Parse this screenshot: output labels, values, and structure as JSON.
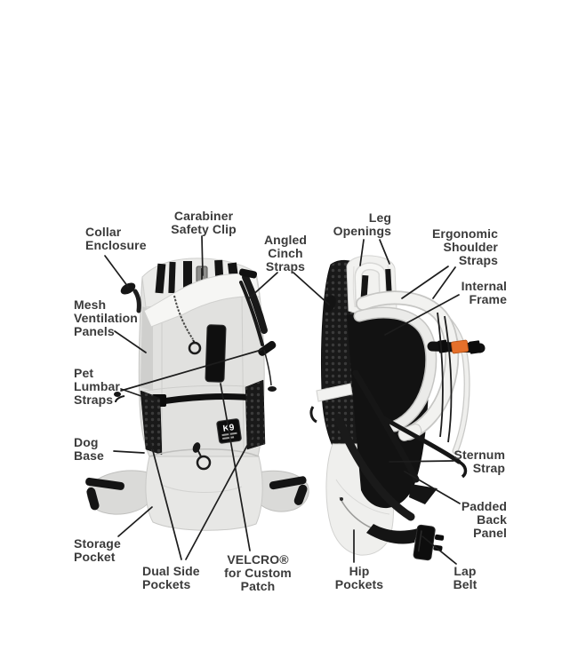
{
  "figure": {
    "type": "annotated-product-diagram",
    "views": {
      "front_view": {
        "logo_text": "K9"
      },
      "side_view": {}
    }
  },
  "colors": {
    "background": "#ffffff",
    "label_text": "#3b3b3b",
    "leader_line": "#1d1d1d",
    "bag_light_gray": "#e2e2e0",
    "bag_white": "#f2f2f0",
    "bag_black": "#141414",
    "accent_orange": "#e5702b"
  },
  "callouts": [
    {
      "id": "collar-enclosure",
      "label": "Collar\nEnclosure"
    },
    {
      "id": "carabiner-safety-clip",
      "label": "Carabiner\nSafety Clip"
    },
    {
      "id": "angled-cinch-straps",
      "label": "Angled\nCinch\nStraps"
    },
    {
      "id": "leg-openings",
      "label": "Leg\nOpenings"
    },
    {
      "id": "ergonomic-shoulder-straps",
      "label": "Ergonomic\nShoulder\nStraps"
    },
    {
      "id": "internal-frame",
      "label": "Internal\nFrame"
    },
    {
      "id": "mesh-ventilation-panels",
      "label": "Mesh\nVentilation\nPanels"
    },
    {
      "id": "pet-lumbar-straps",
      "label": "Pet\nLumbar\nStraps"
    },
    {
      "id": "dog-base",
      "label": "Dog\nBase"
    },
    {
      "id": "sternum-strap",
      "label": "Sternum\nStrap"
    },
    {
      "id": "padded-back-panel",
      "label": "Padded\nBack\nPanel"
    },
    {
      "id": "storage-pocket",
      "label": "Storage\nPocket"
    },
    {
      "id": "dual-side-pockets",
      "label": "Dual Side\nPockets"
    },
    {
      "id": "velcro-custom-patch",
      "label": "VELCRO®\nfor Custom\nPatch"
    },
    {
      "id": "hip-pockets",
      "label": "Hip\nPockets"
    },
    {
      "id": "lap-belt",
      "label": "Lap\nBelt"
    }
  ]
}
